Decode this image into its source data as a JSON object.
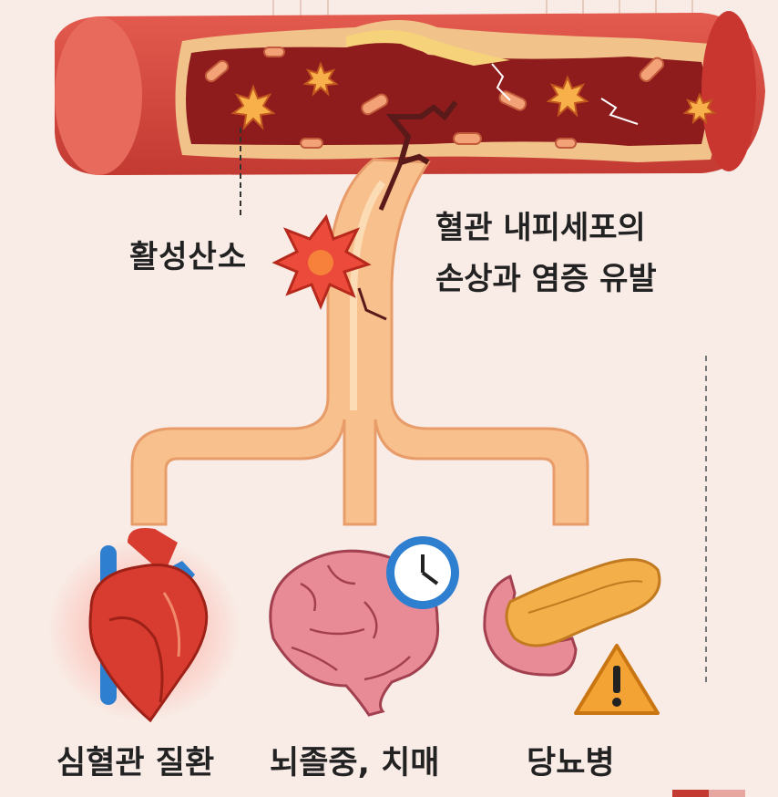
{
  "labels": {
    "ros": "활성산소",
    "damage_line1": "혈관 내피세포의",
    "damage_line2": "손상과 염증 유발",
    "heart": "심혈관 질환",
    "stroke": "뇌졸중, 치매",
    "diabetes": "당뇨병"
  },
  "colors": {
    "background": "#f9ebe5",
    "vessel_wall": "#d8473f",
    "vessel_inner": "#8e1c1c",
    "branch": "#f8c08c",
    "heart": "#d83b2f",
    "vein": "#2f7fd0",
    "brain": "#e98b96",
    "pancreas": "#f3b04a",
    "warning": "#f3a234"
  },
  "icons": [
    "heart-icon",
    "brain-icon",
    "clock-icon",
    "pancreas-icon",
    "warning-icon",
    "ros-burst-icon"
  ]
}
